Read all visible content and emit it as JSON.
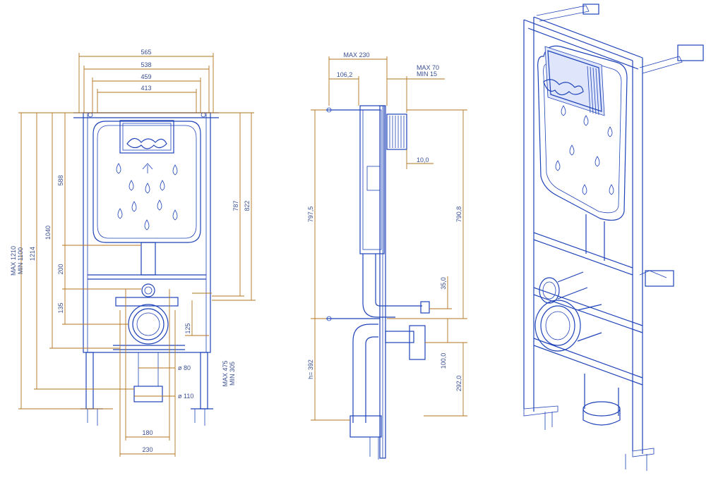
{
  "front_view": {
    "widths": [
      "565",
      "538",
      "459",
      "413"
    ],
    "heights": [
      "MAX 1210",
      "MIN 1100",
      "1214",
      "1040",
      "588",
      "787",
      "822",
      "200",
      "135",
      "125"
    ],
    "rh_labels": [
      "MAX 475",
      "MIN 305"
    ],
    "diameters": [
      "ø 80",
      "ø 110"
    ],
    "bottom_widths": [
      "180",
      "230"
    ]
  },
  "side_view": {
    "top_labels": [
      "MAX 230",
      "106,2",
      "MAX 70",
      "MIN 15"
    ],
    "small_label": "10,0",
    "left_heights": [
      "797,5",
      "h= 392"
    ],
    "right_heights": [
      "790,8",
      "35,0",
      "100,0",
      "292,0"
    ]
  },
  "colors": {
    "line": "#1f43b8",
    "dimension": "#b3741f",
    "text": "#3a4f8f"
  }
}
